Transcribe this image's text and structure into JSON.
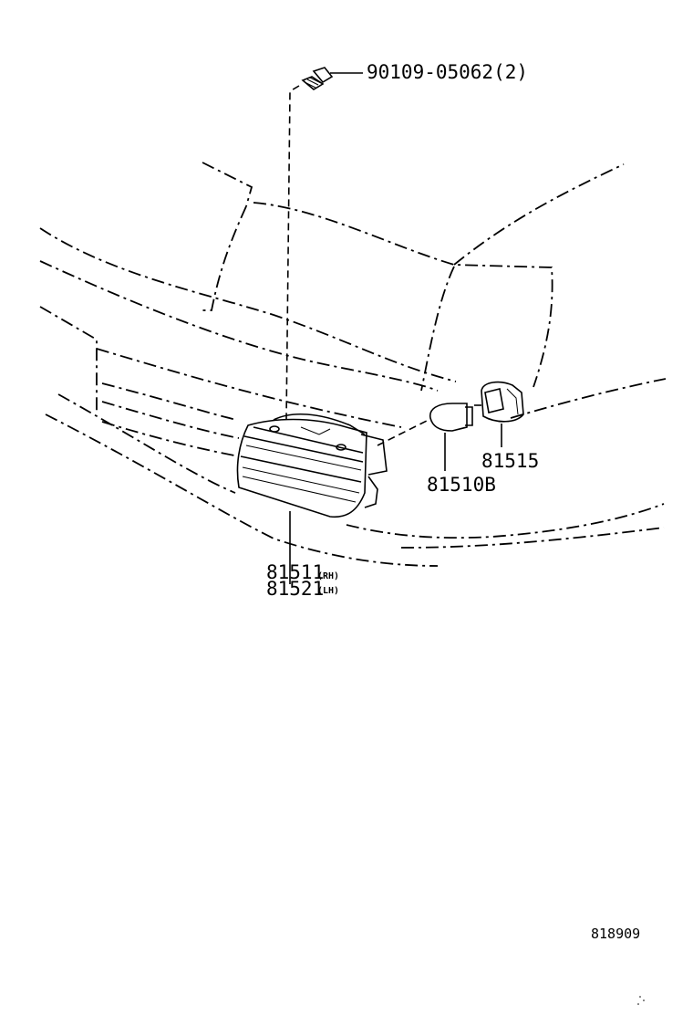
{
  "callouts": {
    "bolt": "90109-05062(2)",
    "socket": "81515",
    "bulb": "81510B",
    "lamp_rh_number": "81511",
    "lamp_rh_suffix": "(RH)",
    "lamp_lh_number": "81521",
    "lamp_lh_suffix": "(LH)"
  },
  "illustration_id": "818909"
}
